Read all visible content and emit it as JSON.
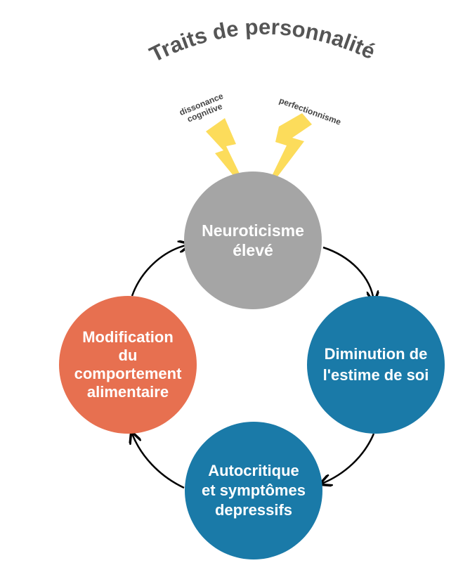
{
  "title": "Traits de personnalité",
  "triggers": {
    "left_label": "dissonance\ncognitive",
    "right_label": "perfectionnisme",
    "bolt_color": "#fcdc5b"
  },
  "cycle": {
    "neuroticism": {
      "label": "Neuroticisme\nélevé",
      "color": "#a5a5a5"
    },
    "self_esteem": {
      "label": "Diminution de\nl'estime de soi",
      "color": "#1a7aa8"
    },
    "self_criticism": {
      "label": "Autocritique\net symptômes\ndepressifs",
      "color": "#1a7aa8"
    },
    "eating_behavior": {
      "label": "Modification\ndu\ncomportement\nalimentaire",
      "color": "#e77050"
    }
  },
  "colors": {
    "title": "#555555",
    "arrow": "#000000",
    "label_text": "#444444"
  }
}
